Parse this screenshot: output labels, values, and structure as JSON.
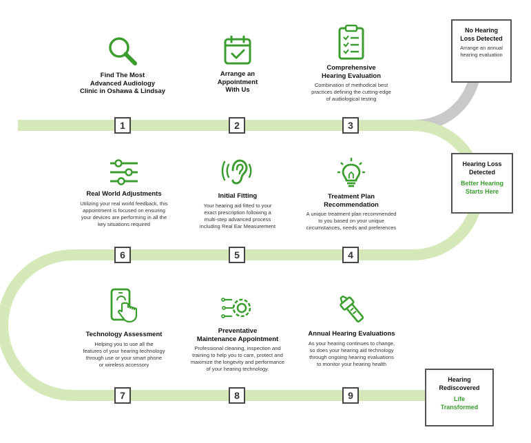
{
  "colors": {
    "track": "#d5e8b8",
    "track_grey": "#c9c9c9",
    "accent": "#3a9d2e",
    "border": "#444444"
  },
  "steps": [
    {
      "number": "1",
      "title": "Find The Most\nAdvanced Audiology\nClinic in Oshawa & Lindsay",
      "desc": "",
      "icon": "magnifier-icon"
    },
    {
      "number": "2",
      "title": "Arrange an\nAppointment\nWith Us",
      "desc": "",
      "icon": "calendar-check-icon"
    },
    {
      "number": "3",
      "title": "Comprehensive\nHearing Evaluation",
      "desc": "Combination of methodical best\npractices defining the cutting-edge\nof audiological testing",
      "icon": "clipboard-checklist-icon"
    },
    {
      "number": "4",
      "title": "Treatment Plan\nRecommendation",
      "desc": "A unique treatment plan recommended\nto you based on your unique\ncircumstances, needs and preferences",
      "icon": "lightbulb-icon"
    },
    {
      "number": "5",
      "title": "Initial Fitting",
      "desc": "Your hearing aid fitted to your\nexact prescription following a\nmulti-step advanced process\nincluding Real Ear Measurement",
      "icon": "ear-icon"
    },
    {
      "number": "6",
      "title": "Real World Adjustments",
      "desc": "Utilizing your real world feedback, this\nappointment is focused on ensuring\nyour devices are performing in all the\nkey situations required",
      "icon": "sliders-icon"
    },
    {
      "number": "7",
      "title": "Technology Assessment",
      "desc": "Helping you to use all the\nfeatures of your hearing technology\nthrough use or your smart phone\nor wireless accessory",
      "icon": "smartphone-tap-icon"
    },
    {
      "number": "8",
      "title": "Preventative\nMaintenance Appointment",
      "desc": "Professional cleaning, inspection and\ntraining to help you to care, protect and\nmaximize the longevity and performance\nof your hearing technology.",
      "icon": "gear-circuit-icon"
    },
    {
      "number": "9",
      "title": "Annual Hearing Evaluations",
      "desc": "As your hearing continues to change,\nso does your hearing aid technology\nthrough ongoing hearing evaluations\nto monitor your hearing health",
      "icon": "otoscope-icon"
    }
  ],
  "side_boxes": {
    "no_loss": {
      "title": "No Hearing\nLoss Detected",
      "desc": "Arrange an annual\nhearing evaluation"
    },
    "loss": {
      "title": "Hearing Loss\nDetected",
      "green": "Better Hearing\nStarts Here"
    },
    "rediscovered": {
      "title": "Hearing\nRediscovered",
      "green": "Life\nTransformed"
    }
  }
}
